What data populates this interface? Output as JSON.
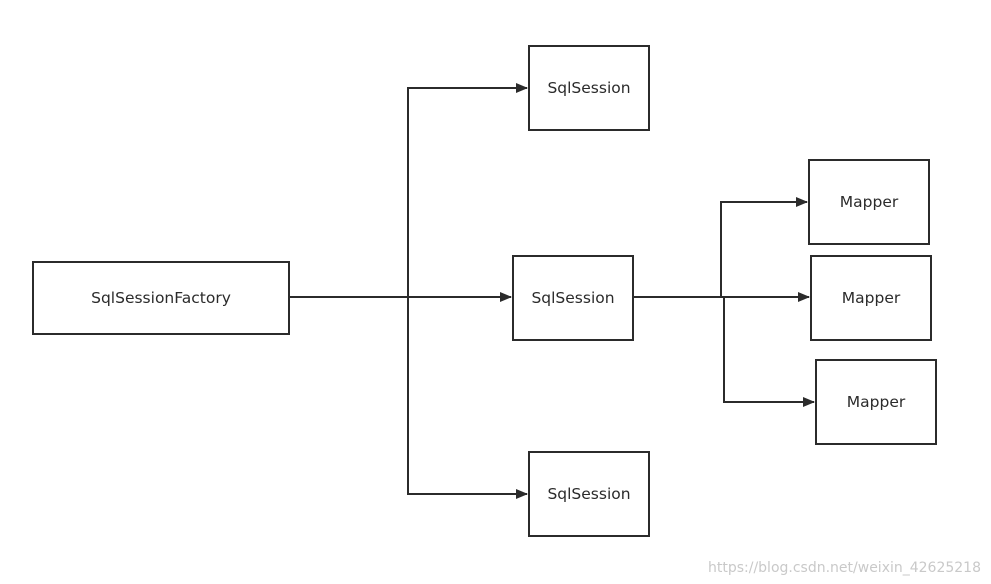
{
  "diagram": {
    "nodes": {
      "factory": "SqlSessionFactory",
      "session_top": "SqlSession",
      "session_middle": "SqlSession",
      "session_bottom": "SqlSession",
      "mapper_top": "Mapper",
      "mapper_middle": "Mapper",
      "mapper_bottom": "Mapper"
    },
    "edges": [
      {
        "from": "factory",
        "to": "session_top"
      },
      {
        "from": "factory",
        "to": "session_middle"
      },
      {
        "from": "factory",
        "to": "session_bottom"
      },
      {
        "from": "session_middle",
        "to": "mapper_top"
      },
      {
        "from": "session_middle",
        "to": "mapper_middle"
      },
      {
        "from": "session_middle",
        "to": "mapper_bottom"
      }
    ],
    "line_color": "#2b2b2b"
  },
  "watermark": "https://blog.csdn.net/weixin_42625218"
}
